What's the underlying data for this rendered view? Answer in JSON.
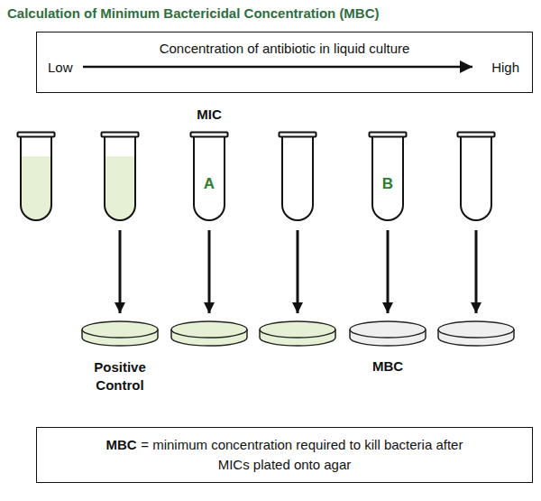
{
  "diagram": {
    "title": "Calculation of Minimum Bactericidal Concentration (MBC)",
    "nodes": [
      {
        "text": [
          "Concentration of antibiotic in liquid culture",
          "Low",
          "High"
        ]
      },
      {
        "text": [
          "MIC",
          "A"
        ]
      },
      {
        "text": [
          "B"
        ]
      },
      {
        "text": [
          "Positive Control"
        ]
      },
      {
        "text": [
          "MBC"
        ]
      },
      {
        "text": [
          "MBC",
          "= minimum concentration required to kill bacteria after MICs plated onto agar"
        ]
      }
    ],
    "edges": [
      {
        "from": 2,
        "to": 4,
        "arrow": "to"
      }
    ]
  }
}
